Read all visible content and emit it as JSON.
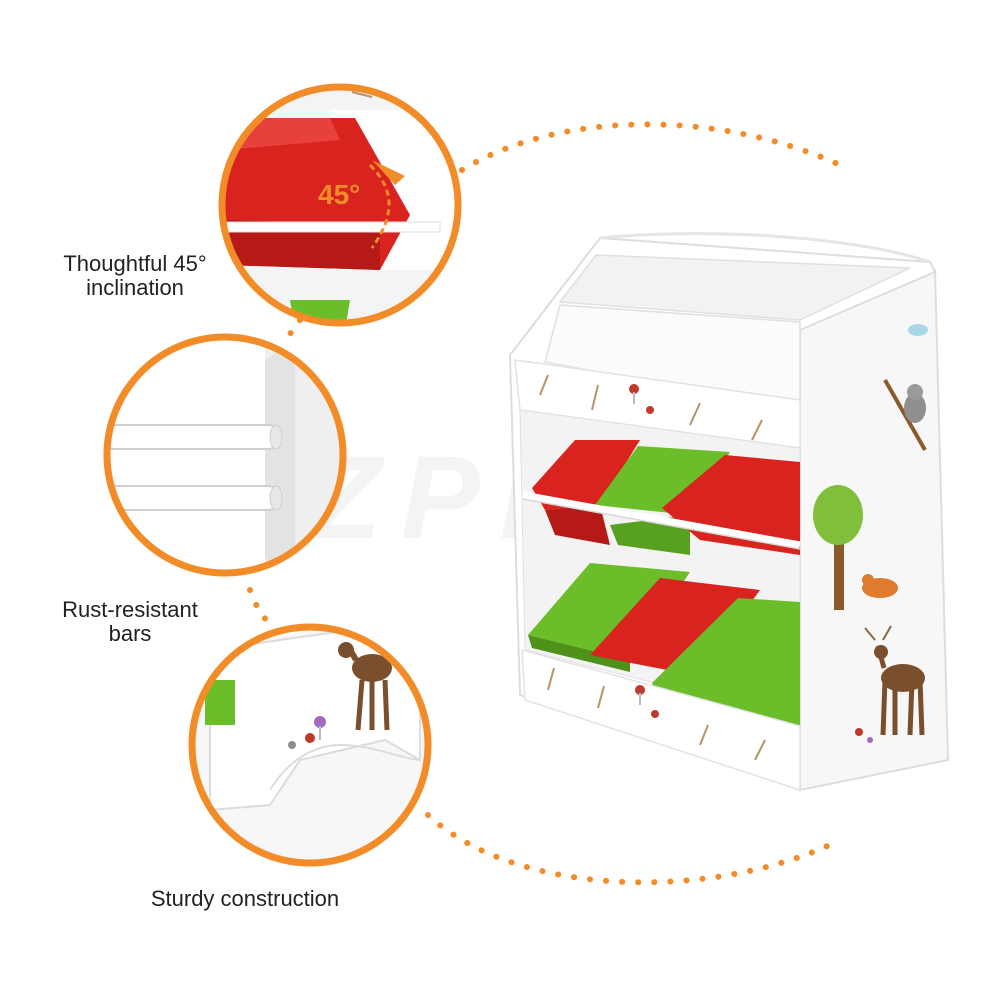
{
  "features": [
    {
      "label_line1": "Thoughtful 45°",
      "label_line2": "inclination",
      "angle_text": "45°"
    },
    {
      "label_line1": "Rust-resistant",
      "label_line2": "bars"
    },
    {
      "label_line1": "Sturdy construction",
      "label_line2": ""
    }
  ],
  "watermark_text": "OZPlaza",
  "colors": {
    "accent": "#F28C28",
    "bin_red": "#D8231E",
    "bin_green": "#6BBE2A",
    "cabinet": "#FFFFFF",
    "shadow": "#E8E8E8"
  }
}
